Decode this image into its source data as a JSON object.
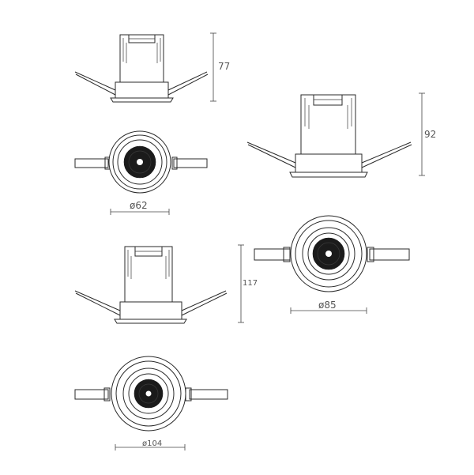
{
  "views": [
    {
      "id": "small",
      "dimension_height": "77",
      "dimension_diameter": "ø62"
    },
    {
      "id": "medium",
      "dimension_height": "92",
      "dimension_diameter": "ø85"
    },
    {
      "id": "large",
      "dimension_height": "117",
      "dimension_diameter": "ø104"
    }
  ]
}
